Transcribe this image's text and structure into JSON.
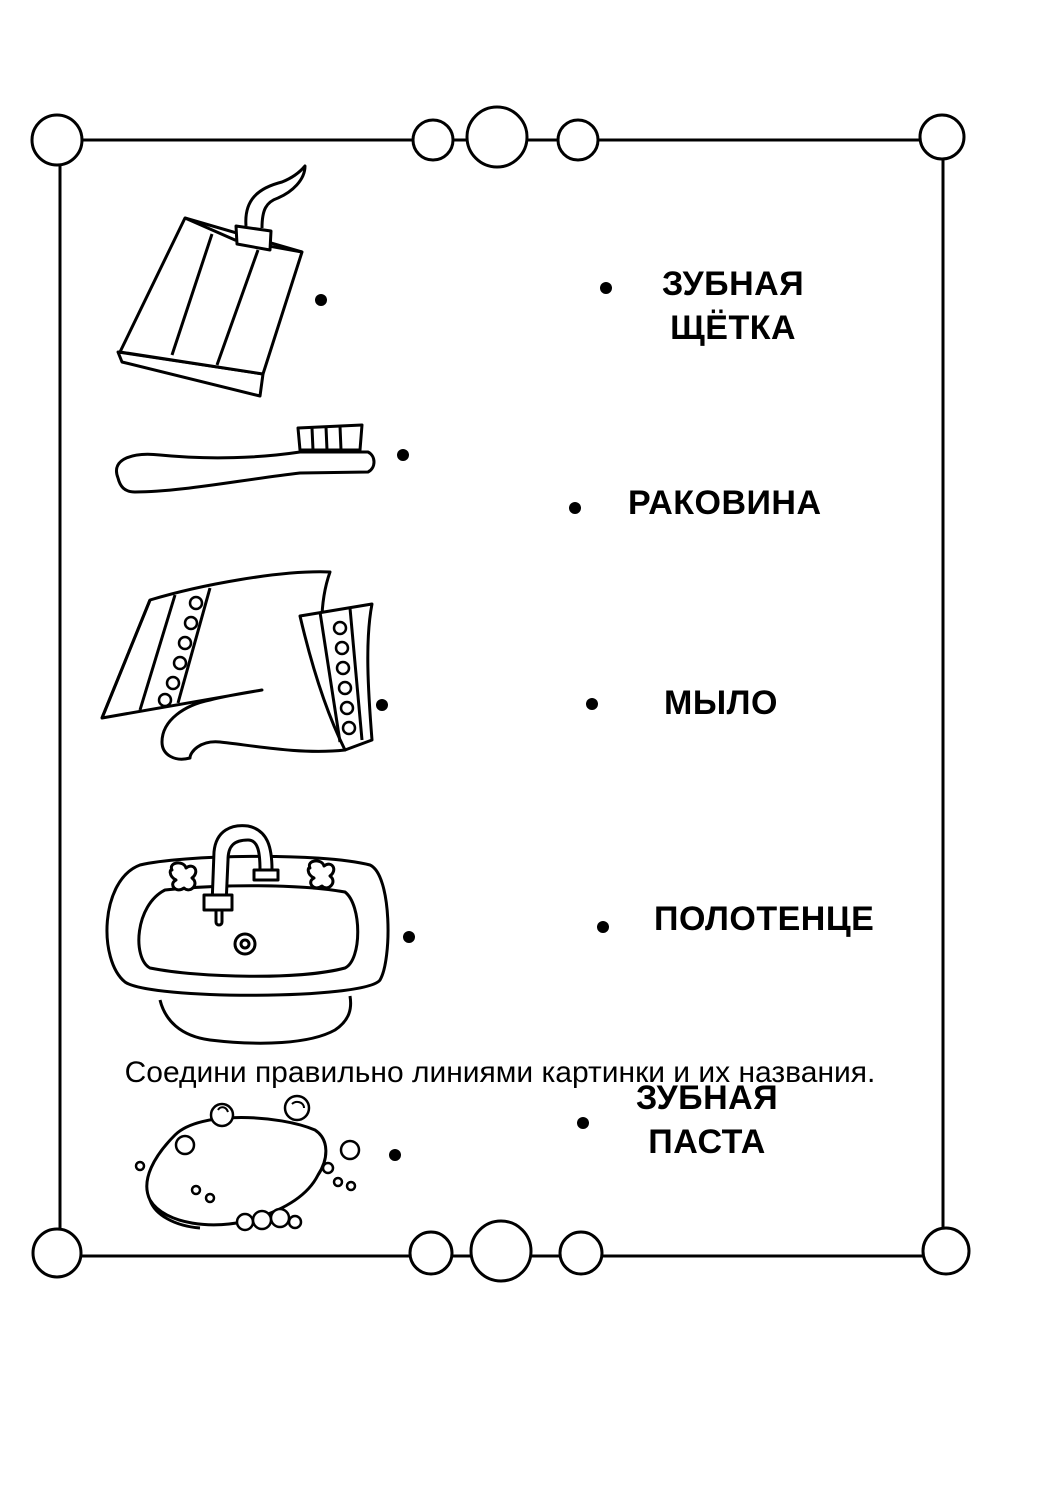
{
  "words": [
    {
      "line1": "ЗУБНАЯ",
      "line2": "ЩЁТКА"
    },
    {
      "line1": "РАКОВИНА",
      "line2": ""
    },
    {
      "line1": "МЫЛО",
      "line2": ""
    },
    {
      "line1": "ПОЛОТЕНЦЕ",
      "line2": ""
    },
    {
      "line1": "ЗУБНАЯ",
      "line2": "ПАСТА"
    }
  ],
  "pictures": [
    "toothpaste-tube",
    "toothbrush",
    "towel",
    "sink",
    "soap"
  ],
  "instruction": "Соедини правильно линиями картинки и их названия."
}
